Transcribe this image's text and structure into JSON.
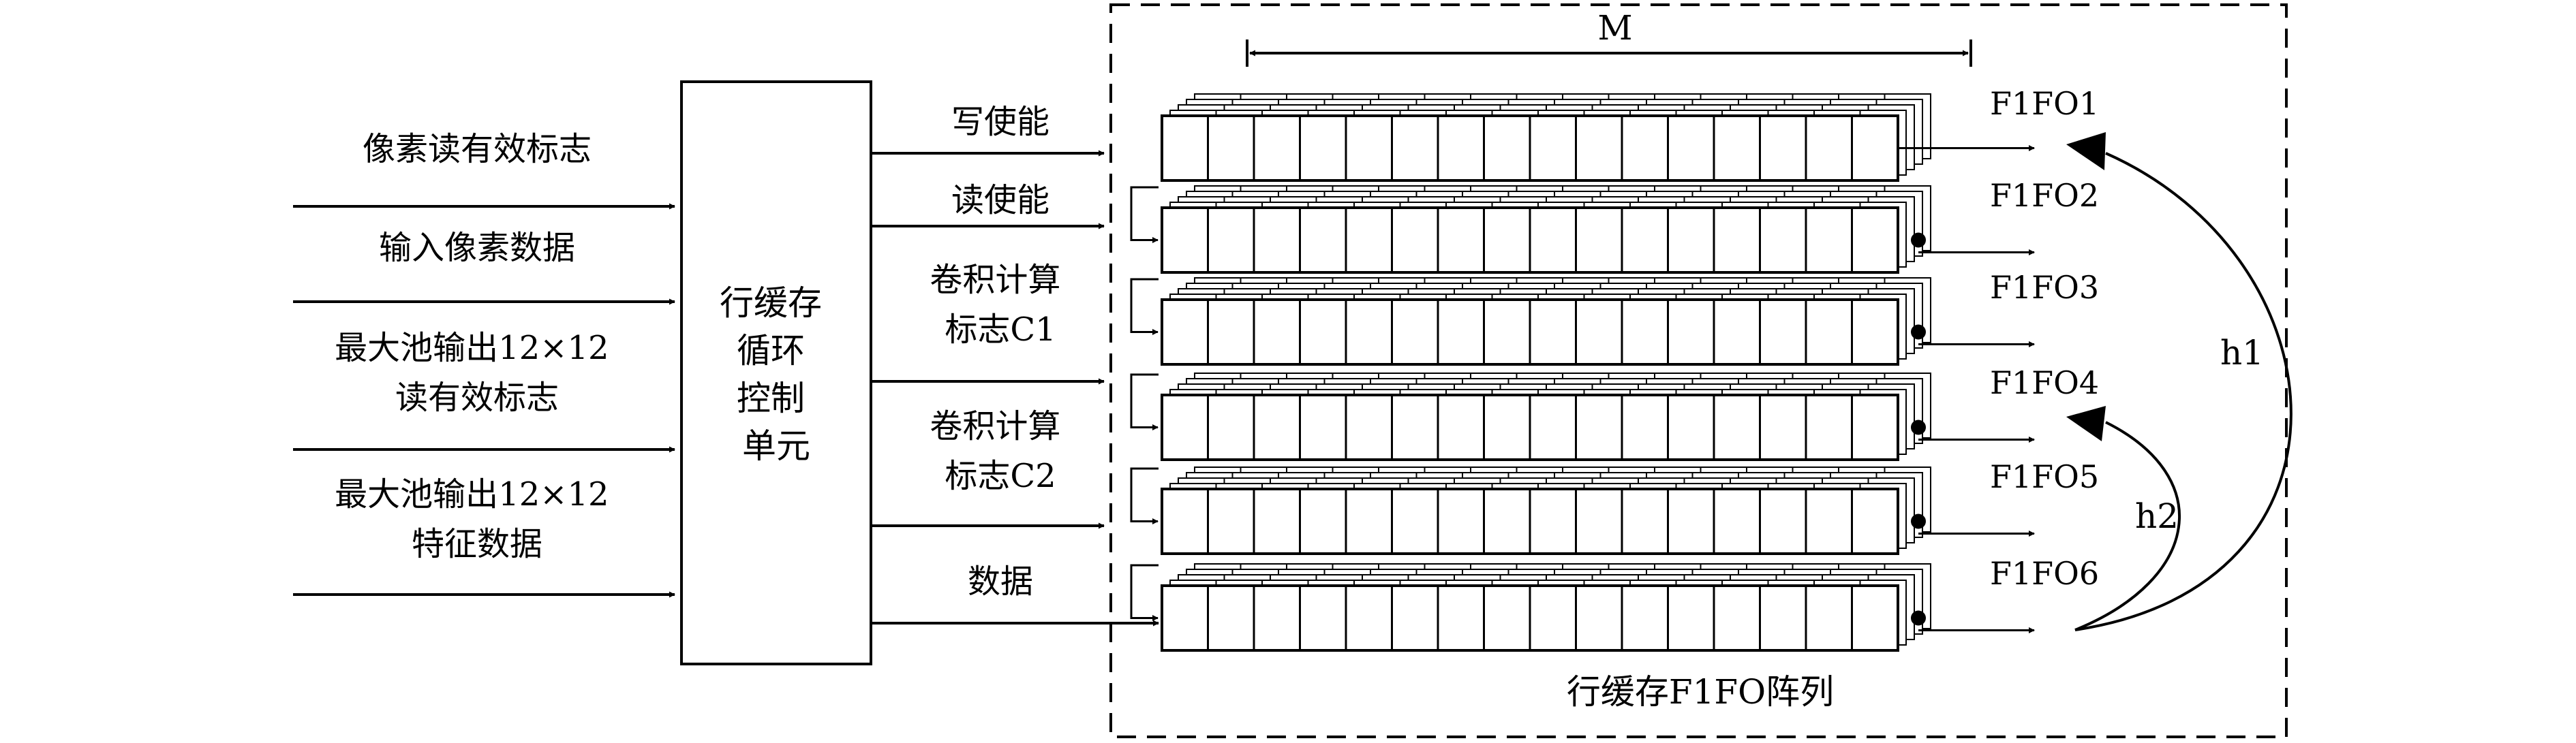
{
  "inputs": {
    "pixel_read_valid": [
      "像素读有效标志"
    ],
    "input_pixel_data": [
      "输入像素数据"
    ],
    "maxpool_read_valid": [
      "最大池输出12×12",
      "读有效标志"
    ],
    "maxpool_feature_data": [
      "最大池输出12×12",
      "特征数据"
    ]
  },
  "controller": {
    "lines": [
      "行缓存",
      "循环",
      "控制",
      "单元"
    ]
  },
  "signals": {
    "write_enable": [
      "写使能"
    ],
    "read_enable": [
      "读使能"
    ],
    "conv_flag_c1": [
      "卷积计算",
      "标志C1"
    ],
    "conv_flag_c2": [
      "卷积计算",
      "标志C2"
    ],
    "data": [
      "数据"
    ]
  },
  "array": {
    "width_label": "M",
    "title": "行缓存F1FO阵列",
    "fifo_labels": [
      "F1FO1",
      "F1FO2",
      "F1FO3",
      "F1FO4",
      "F1FO5",
      "F1FO6"
    ],
    "arc_labels": [
      "h1",
      "h2"
    ]
  }
}
